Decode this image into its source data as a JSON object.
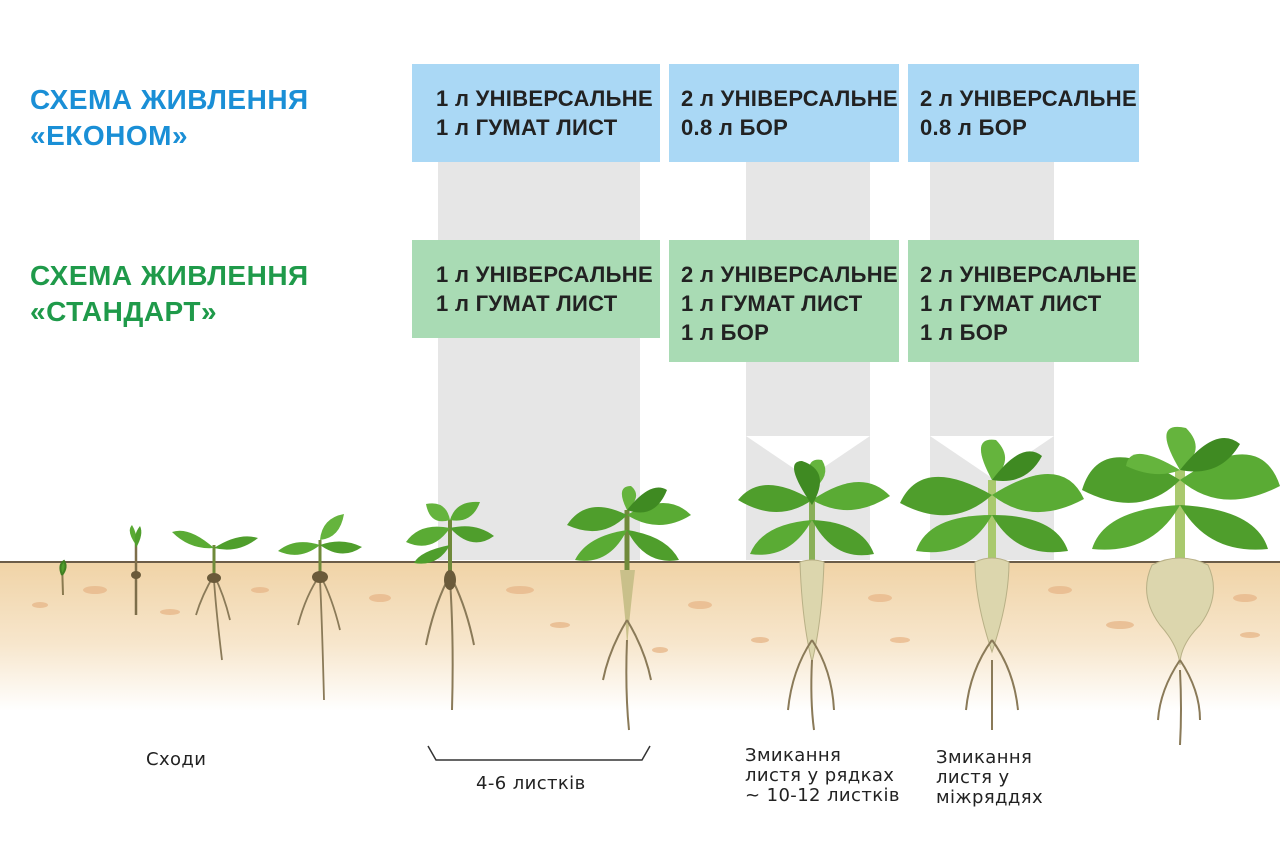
{
  "schemes": {
    "econom": {
      "line1": "СХЕМА ЖИВЛЕННЯ",
      "line2": "«ЕКОНОМ»",
      "color": "#1a8fd6"
    },
    "standard": {
      "line1": "СХЕМА ЖИВЛЕННЯ",
      "line2": "«СТАНДАРТ»",
      "color": "#1f9a4a"
    }
  },
  "econom_boxes": [
    {
      "lines": [
        "1 л УНІВЕРСАЛЬНЕ",
        "1 л ГУМАТ ЛИСТ"
      ]
    },
    {
      "lines": [
        "2 л УНІВЕРСАЛЬНЕ",
        "0.8 л  БОР"
      ]
    },
    {
      "lines": [
        "2 л УНІВЕРСАЛЬНЕ",
        "0.8 л БОР"
      ]
    }
  ],
  "standard_boxes": [
    {
      "lines": [
        "1 л УНІВЕРСАЛЬНЕ",
        "1 л ГУМАТ ЛИСТ"
      ]
    },
    {
      "lines": [
        "2 л УНІВЕРСАЛЬНЕ",
        " 1 л  ГУМАТ ЛИСТ",
        " 1 л  БОР"
      ]
    },
    {
      "lines": [
        "2 л УНІВЕРСАЛЬНЕ",
        "1 л ГУМАТ ЛИСТ",
        "1 л БОР"
      ]
    }
  ],
  "stages": {
    "emergence": {
      "line1": "Сходи"
    },
    "leaves_4_6": {
      "line1": "4-6 листків"
    },
    "row_closure": {
      "line1": "Змикання",
      "line2": "листя у рядках",
      "line3": "~ 10-12 листків"
    },
    "interrow_closure": {
      "line1": "Змикання",
      "line2": "листя у",
      "line3": "міжряддях"
    }
  },
  "colors": {
    "econom_box": "#aad8f5",
    "standard_box": "#a9dbb4",
    "column": "#e6e6e6",
    "soil": "#f3dcb8",
    "leaf": "#4f9e2c",
    "root": "#d9d4a8"
  }
}
